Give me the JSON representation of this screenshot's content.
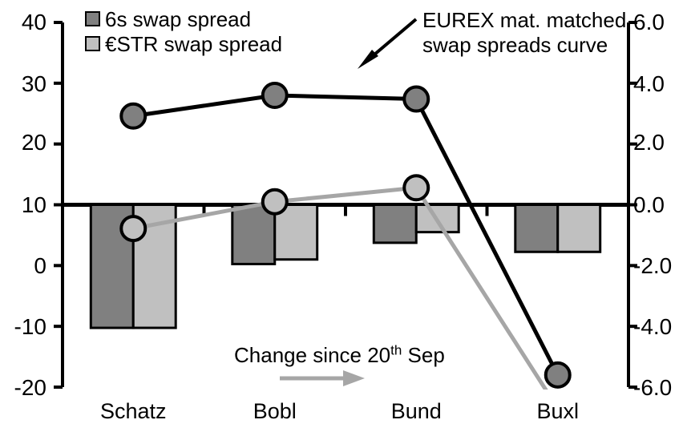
{
  "chart_data": {
    "type": "bar",
    "title": "",
    "xlabel": "",
    "ylabel": "",
    "categories": [
      "Schatz",
      "Bobl",
      "Bund",
      "Buxl"
    ],
    "left_axis": {
      "ticks": [
        "40",
        "30",
        "20",
        "10",
        "0",
        "-10",
        "-20"
      ],
      "tick_values": [
        40,
        30,
        20,
        10,
        0,
        -10,
        -20
      ],
      "ylim": [
        -20,
        40
      ]
    },
    "right_axis": {
      "ticks": [
        "6.0",
        "4.0",
        "2.0",
        "0.0",
        "-2.0",
        "-4.0",
        "-6.0"
      ],
      "tick_values": [
        6.0,
        4.0,
        2.0,
        0.0,
        -2.0,
        -4.0,
        -6.0
      ],
      "ylim": [
        -6.0,
        6.0
      ]
    },
    "grid": false,
    "legend_position": "top-left",
    "series": [
      {
        "name": "6s swap spread",
        "type": "bar",
        "axis": "right",
        "color": "#808080",
        "values": [
          -4.05,
          -1.95,
          -1.25,
          -1.55
        ]
      },
      {
        "name": "€STR swap spread",
        "type": "bar",
        "axis": "right",
        "color": "#c0c0c0",
        "values": [
          -4.05,
          -1.8,
          -0.9,
          -1.55
        ]
      },
      {
        "name": "EUREX mat. matched swap spreads curve",
        "type": "line",
        "axis": "left",
        "color": "#000000",
        "values": [
          24.6,
          28.0,
          27.4,
          -18.0
        ]
      },
      {
        "name": "Change since 20th Sep",
        "type": "line",
        "axis": "left",
        "color": "#a6a6a6",
        "values": [
          6.1,
          10.5,
          12.8,
          -23.5
        ]
      }
    ]
  },
  "legend": {
    "items": [
      {
        "label": "6s swap spread",
        "swatch": "dark"
      },
      {
        "label": "€STR swap spread",
        "swatch": "light"
      }
    ]
  },
  "annotations": {
    "curve_line1": "EUREX mat. matched",
    "curve_line2": "swap spreads curve",
    "change_prefix": "Change since 20",
    "change_sup": "th",
    "change_suffix": " Sep"
  },
  "colors": {
    "dark_bar": "#808080",
    "light_bar": "#c0c0c0",
    "black_line": "#000000",
    "gray_line": "#a6a6a6",
    "axis": "#000000"
  }
}
